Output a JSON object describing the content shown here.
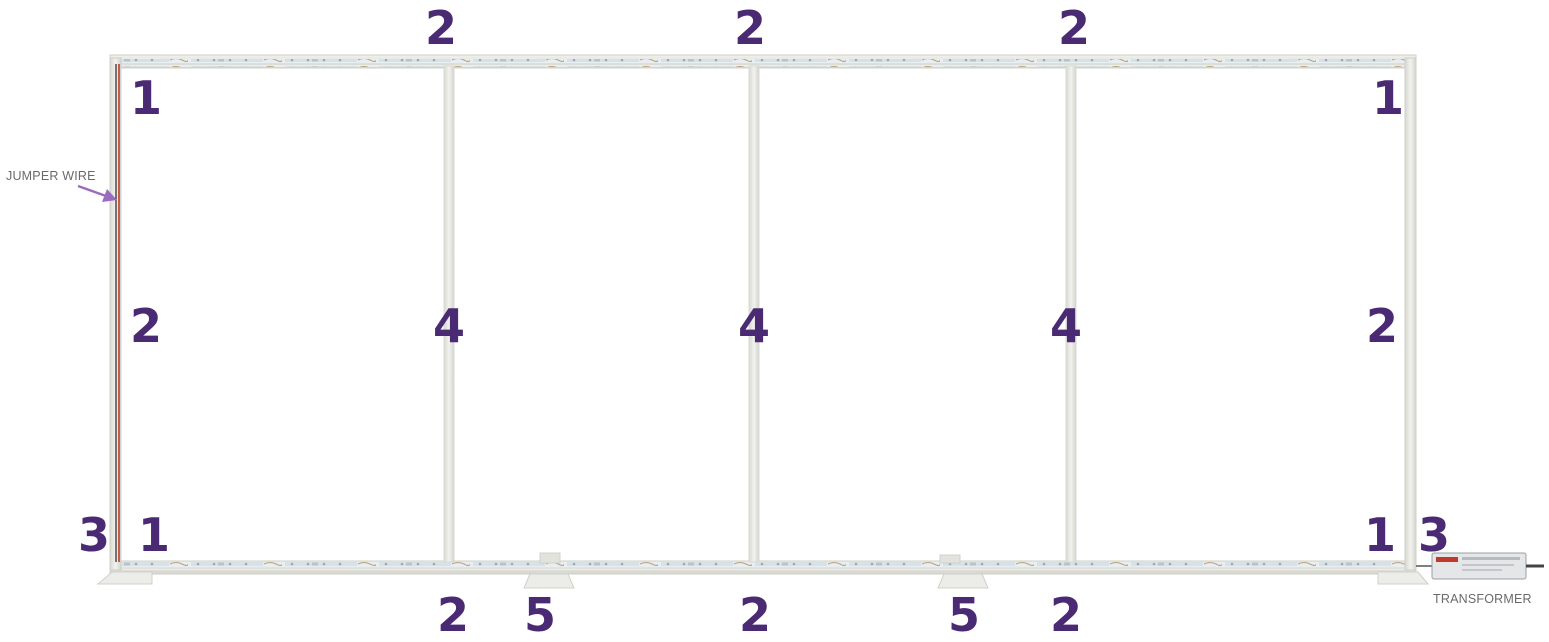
{
  "callouts": {
    "top": [
      "2",
      "2",
      "2"
    ],
    "corner_top_left": "1",
    "corner_top_right": "1",
    "side_left": "2",
    "side_right": "2",
    "middle": [
      "4",
      "4",
      "4"
    ],
    "corner_bottom_left": "1",
    "corner_bottom_right": "1",
    "feet_left": "3",
    "feet_right": "3",
    "bottom": [
      "2",
      "5",
      "2",
      "5",
      "2"
    ]
  },
  "labels": {
    "jumper_wire": "JUMPER WIRE",
    "transformer": "TRANSFORMER"
  },
  "colors": {
    "callout": "#4b2a74",
    "arrow": "#9b6bbf",
    "frame": "#e6e6e1",
    "wire_red": "#c0392b",
    "wire_black": "#222222"
  },
  "icons": {
    "frame": "led-lightbox-frame",
    "transformer": "power-supply-icon",
    "arrow": "arrow-icon"
  }
}
